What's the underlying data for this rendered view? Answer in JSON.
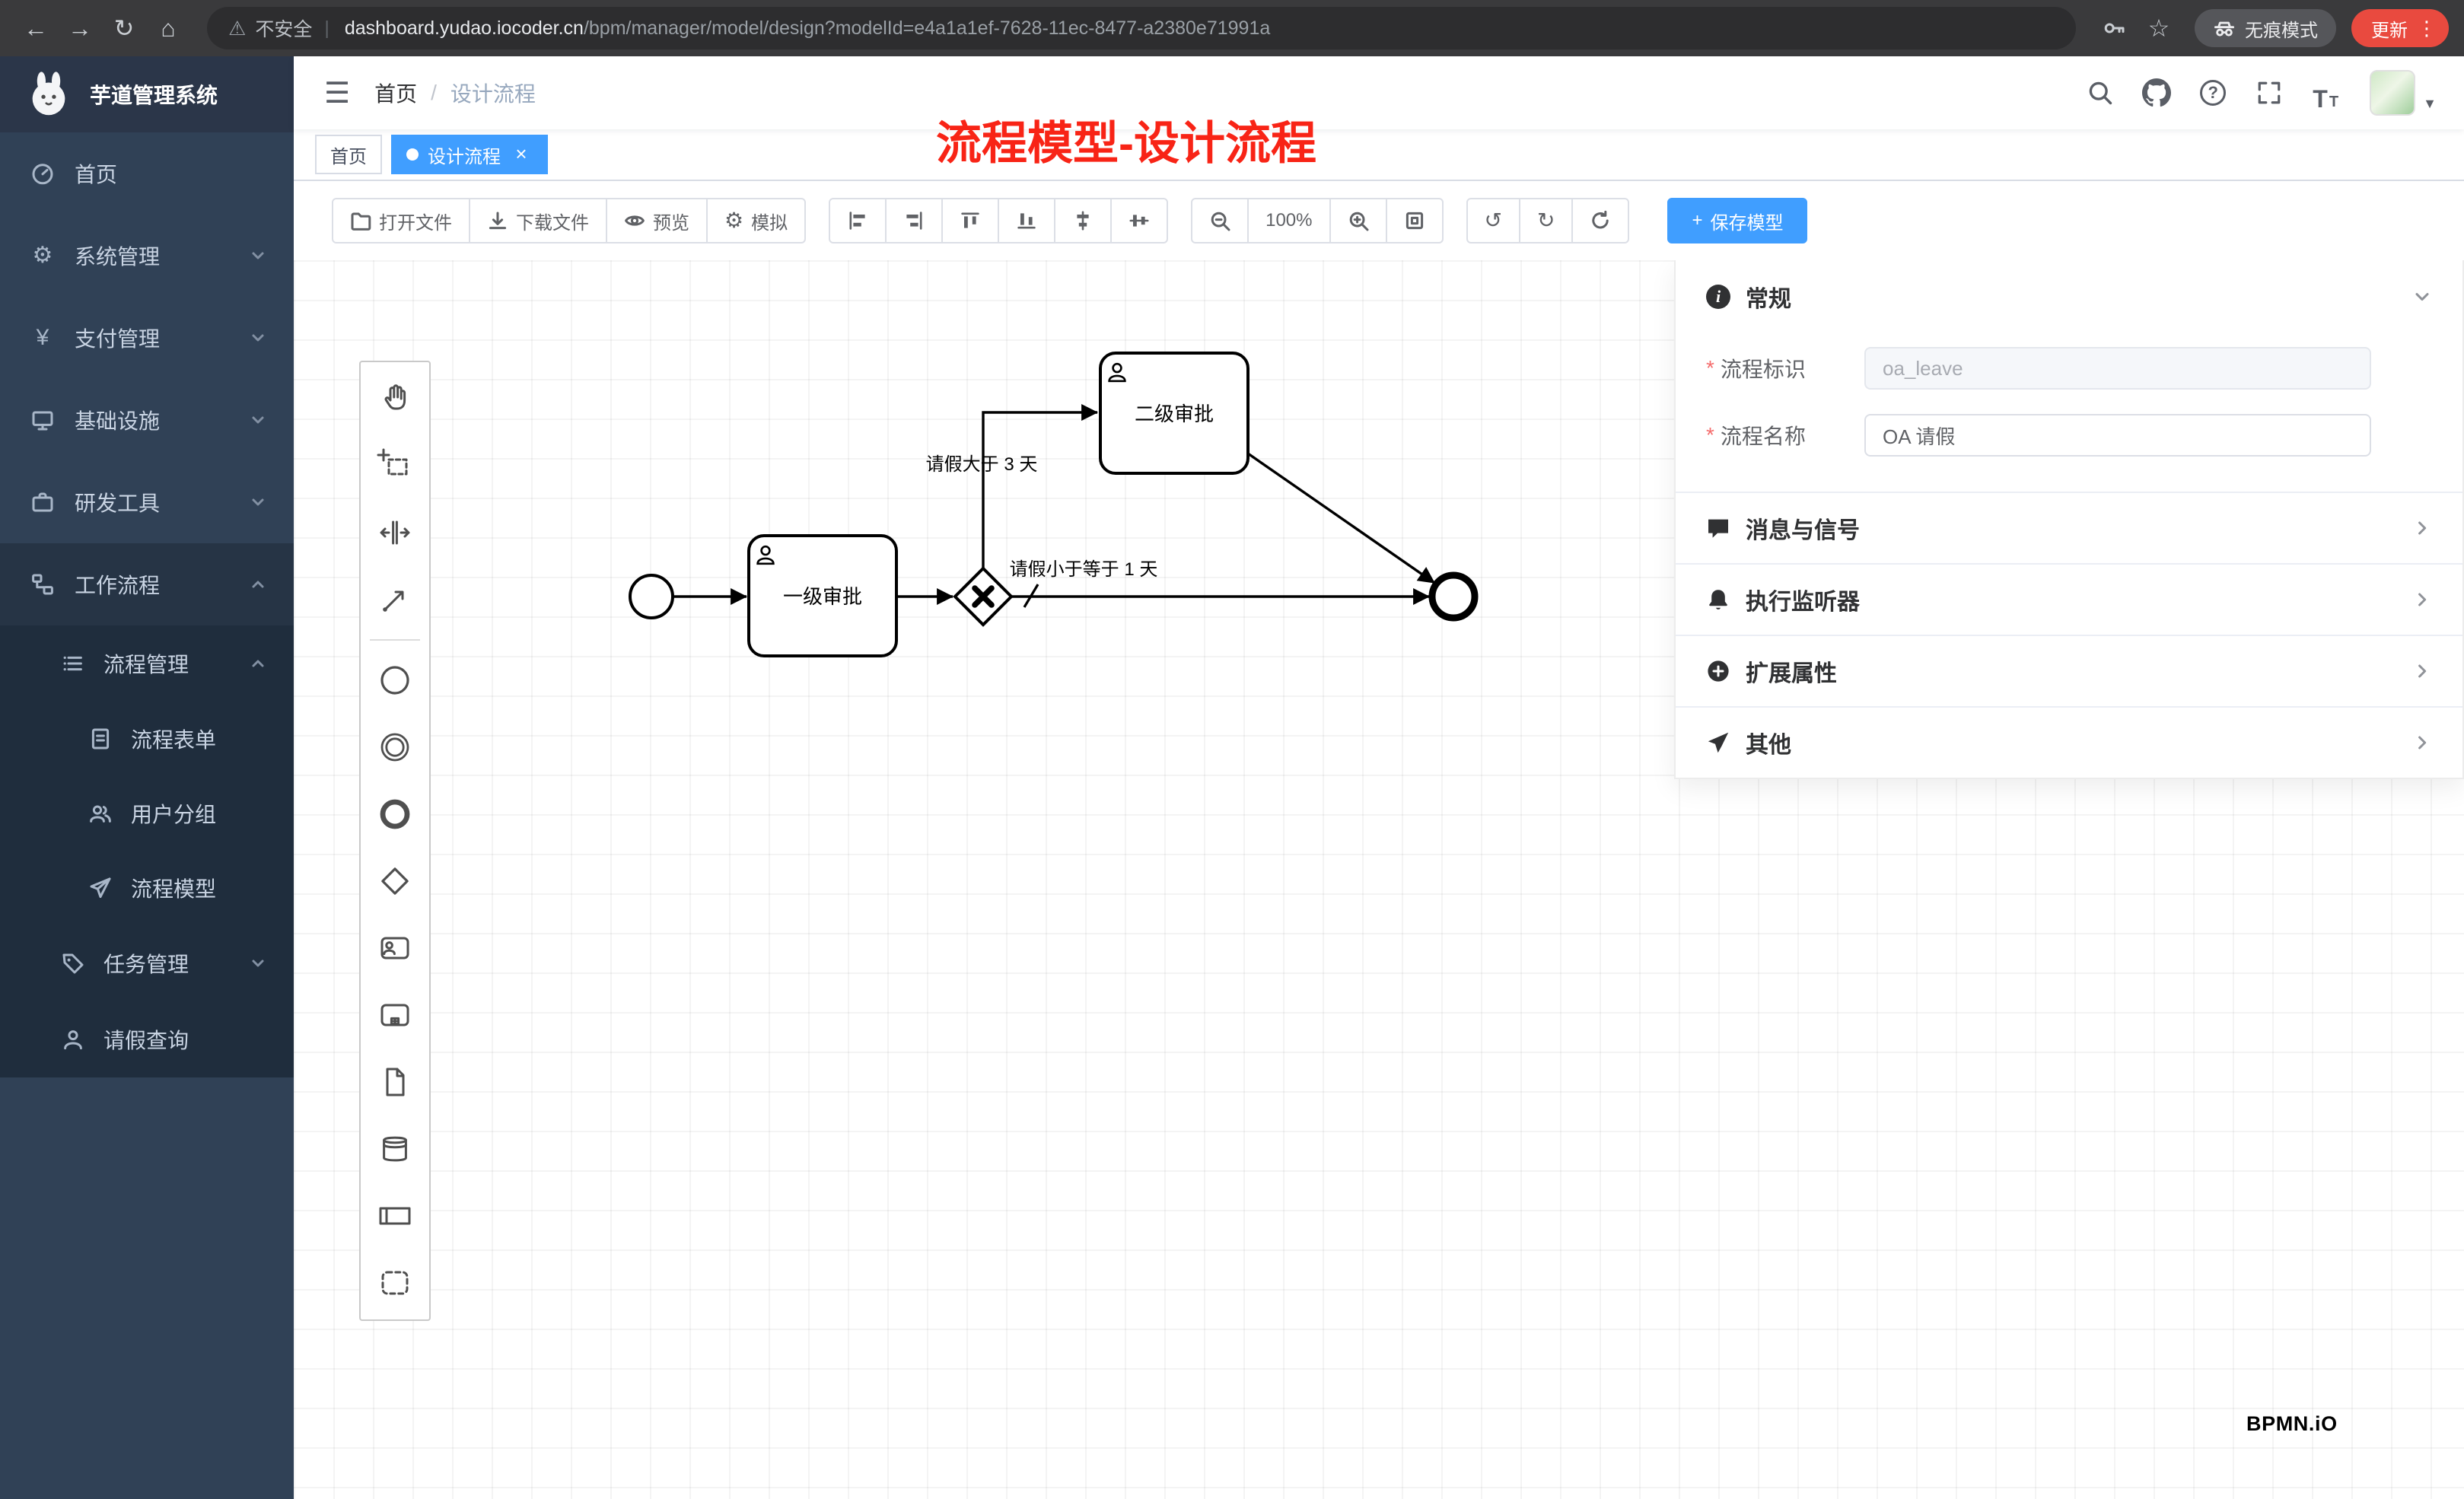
{
  "colors": {
    "accent": "#409eff",
    "sidebar_bg": "#304156",
    "submenu_bg": "#1f2d3d",
    "tag_active_bg": "#409eff",
    "annotation_red": "#f82416",
    "update_chip_red": "#e94a3f"
  },
  "browser": {
    "security_label": "不安全",
    "url_domain": "dashboard.yudao.iocoder.cn",
    "url_path": "/bpm/manager/model/design?modelId=e4a1a1ef-7628-11ec-8477-a2380e71991a",
    "incognito_label": "无痕模式",
    "update_label": "更新"
  },
  "icons": {
    "back": "←",
    "forward": "→",
    "reload": "↻",
    "home": "⌂",
    "warning": "⚠",
    "star": "☆",
    "menu_dots": "⋮",
    "hamburger": "☰",
    "question": "?",
    "text_size_large": "T",
    "text_size_small": "T",
    "caret_down": "▼",
    "gear": "⚙",
    "yen": "¥",
    "undo": "↺",
    "redo": "↻",
    "plus": "+",
    "close": "×",
    "url_divider": "|"
  },
  "sidebar": {
    "logo_title": "芋道管理系统",
    "items": [
      {
        "label": "首页"
      },
      {
        "label": "系统管理"
      },
      {
        "label": "支付管理"
      },
      {
        "label": "基础设施"
      },
      {
        "label": "研发工具"
      },
      {
        "label": "工作流程"
      }
    ],
    "submenu": {
      "process_mgmt": {
        "label": "流程管理",
        "children": [
          {
            "label": "流程表单"
          },
          {
            "label": "用户分组"
          },
          {
            "label": "流程模型"
          }
        ]
      },
      "task_mgmt": {
        "label": "任务管理"
      },
      "leave_query": {
        "label": "请假查询"
      }
    }
  },
  "navbar": {
    "breadcrumb_home": "首页",
    "breadcrumb_sep": "/",
    "breadcrumb_current": "设计流程"
  },
  "annotation": "流程模型-设计流程",
  "tags": {
    "home": "首页",
    "active": "设计流程"
  },
  "toolbar": {
    "open": "打开文件",
    "download": "下载文件",
    "preview": "预览",
    "simulate": "模拟",
    "zoom_level": "100%",
    "save": "保存模型"
  },
  "diagram": {
    "task1": "一级审批",
    "task2": "二级审批",
    "cond_gt": "请假大于 3 天",
    "cond_le": "请假小于等于 1 天"
  },
  "panel": {
    "general_title": "常规",
    "required_mark": "*",
    "fields": [
      {
        "label": "流程标识",
        "value": "oa_leave"
      },
      {
        "label": "流程名称",
        "value": "OA 请假"
      }
    ],
    "sections": [
      {
        "label": "消息与信号"
      },
      {
        "label": "执行监听器"
      },
      {
        "label": "扩展属性"
      },
      {
        "label": "其他"
      }
    ]
  },
  "watermark": "BPMN.iO"
}
